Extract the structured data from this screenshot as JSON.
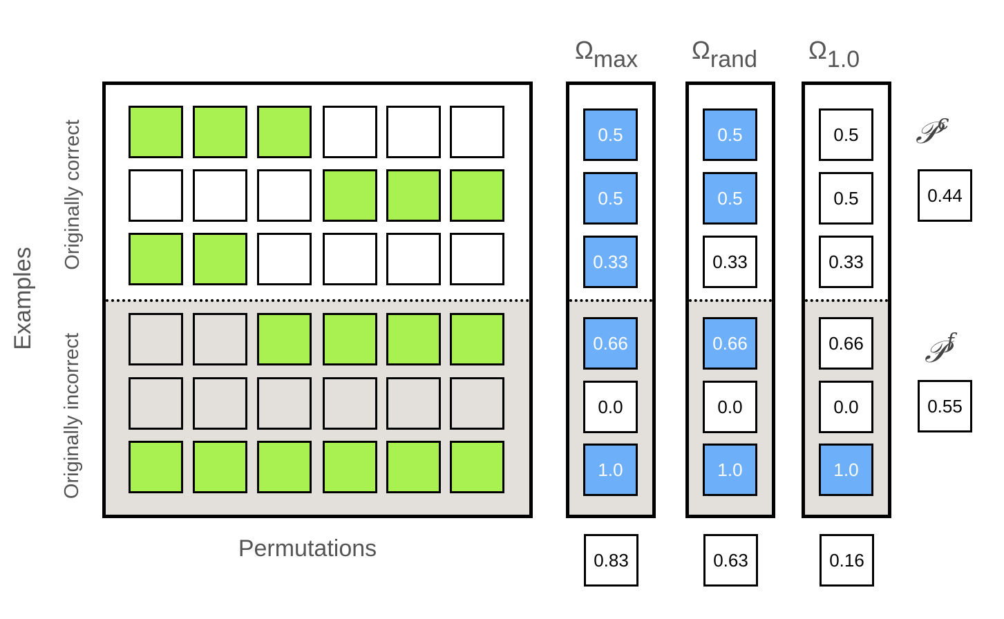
{
  "axis": {
    "y_label": "Examples",
    "x_label": "Permutations",
    "group_correct": "Originally correct",
    "group_incorrect": "Originally incorrect"
  },
  "colors": {
    "green": "#a9f150",
    "blue": "#6daff8",
    "gray": "#e3dfdb"
  },
  "grid": [
    [
      "green",
      "green",
      "green",
      "white",
      "white",
      "white"
    ],
    [
      "white",
      "white",
      "white",
      "green",
      "green",
      "green"
    ],
    [
      "green",
      "green",
      "white",
      "white",
      "white",
      "white"
    ],
    [
      "gray",
      "gray",
      "green",
      "green",
      "green",
      "green"
    ],
    [
      "gray",
      "gray",
      "gray",
      "gray",
      "gray",
      "gray"
    ],
    [
      "green",
      "green",
      "green",
      "green",
      "green",
      "green"
    ]
  ],
  "columns": [
    {
      "symbol": "Ω",
      "sub": "max",
      "scores": [
        {
          "v": "0.5",
          "hl": true
        },
        {
          "v": "0.5",
          "hl": true
        },
        {
          "v": "0.33",
          "hl": true
        },
        {
          "v": "0.66",
          "hl": true
        },
        {
          "v": "0.0",
          "hl": false
        },
        {
          "v": "1.0",
          "hl": true
        }
      ],
      "total": "0.83"
    },
    {
      "symbol": "Ω",
      "sub": "rand",
      "scores": [
        {
          "v": "0.5",
          "hl": true
        },
        {
          "v": "0.5",
          "hl": true
        },
        {
          "v": "0.33",
          "hl": false
        },
        {
          "v": "0.66",
          "hl": true
        },
        {
          "v": "0.0",
          "hl": false
        },
        {
          "v": "1.0",
          "hl": true
        }
      ],
      "total": "0.63"
    },
    {
      "symbol": "Ω",
      "sub": "1.0",
      "scores": [
        {
          "v": "0.5",
          "hl": false
        },
        {
          "v": "0.5",
          "hl": false
        },
        {
          "v": "0.33",
          "hl": false
        },
        {
          "v": "0.66",
          "hl": false
        },
        {
          "v": "0.0",
          "hl": false
        },
        {
          "v": "1.0",
          "hl": true
        }
      ],
      "total": "0.16"
    }
  ],
  "right": {
    "pc": {
      "symbol": "𝒫",
      "sup": "c",
      "value": "0.44"
    },
    "pf": {
      "symbol": "𝒫",
      "sup": "f",
      "value": "0.55"
    }
  }
}
